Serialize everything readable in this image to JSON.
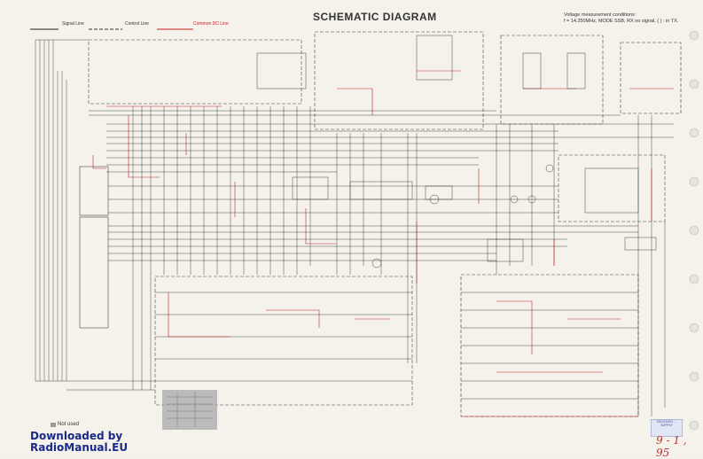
{
  "title": "SCHEMATIC DIAGRAM",
  "legend": {
    "signal_line": "Signal Line",
    "control_line": "Control Line",
    "common_dc_line": "Common DC Line"
  },
  "voltage_note": {
    "line1": "Voltage measurement conditions:",
    "line2": "f = 14.250MHz, MODE SSB, RX no signal, ( ) : in TX."
  },
  "not_used_label": "Not used",
  "watermark": {
    "line1": "Downloaded  by",
    "line2": "RadioManual.EU"
  },
  "stamp_text": "RECEIVED ... SUPPLY",
  "handwritten_date": "9 - 1 , 95",
  "colors": {
    "signal": "#222222",
    "control": "#333333",
    "common_dc": "#c82020",
    "watermark": "#1a2a88",
    "paper": "#f4f2eb"
  }
}
